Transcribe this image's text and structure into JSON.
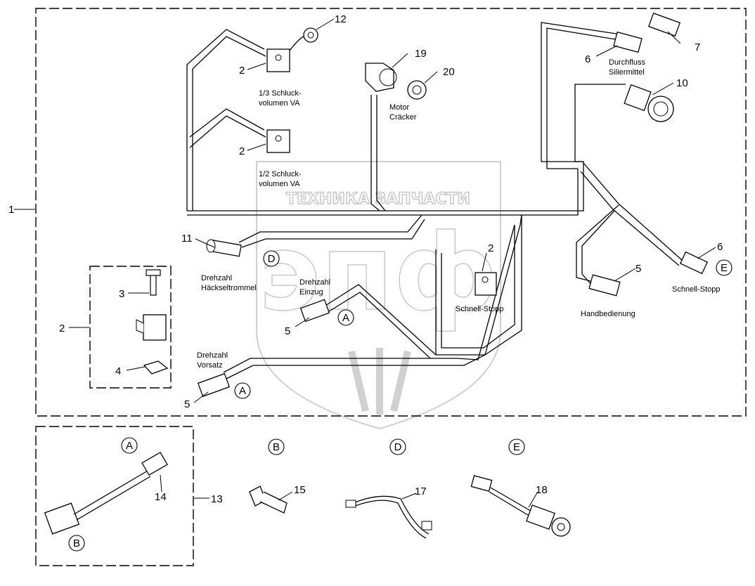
{
  "watermark": {
    "brand_text": "ТЕХНИКА  ЗАПЧАСТИ",
    "logo_letters": "эпф"
  },
  "callouts": {
    "n1": "1",
    "n2a": "2",
    "n2b": "2",
    "n2c": "2",
    "n2d": "2",
    "n3": "3",
    "n4": "4",
    "n5a": "5",
    "n5b": "5",
    "n5c": "5",
    "n6a": "6",
    "n6b": "6",
    "n7": "7",
    "n10": "10",
    "n11": "11",
    "n12": "12",
    "n13": "13",
    "n14": "14",
    "n15": "15",
    "n17": "17",
    "n18": "18",
    "n19": "19",
    "n20": "20"
  },
  "labels": {
    "schluck13_l1": "1/3 Schluck-",
    "schluck13_l2": "volumen VA",
    "schluck12_l1": "1/2 Schluck-",
    "schluck12_l2": "volumen VA",
    "motor_l1": "Motor",
    "motor_l2": "Cräcker",
    "durchfluss_l1": "Durchfluss",
    "durchfluss_l2": "Siliermittel",
    "haeckseltrommel_l1": "Drehzahl",
    "haeckseltrommel_l2": "Häckseltrommel",
    "einzug_l1": "Drehzahl",
    "einzug_l2": "Einzug",
    "vorsatz_l1": "Drehzahl",
    "vorsatz_l2": "Vorsatz",
    "schnellstopp_mid": "Schnell-Stopp",
    "schnellstopp_right": "Schnell-Stopp",
    "handbedienung": "Handbedienung"
  },
  "letters": {
    "A1": "A",
    "A2": "A",
    "D1": "D",
    "E1": "E",
    "A_detail": "A",
    "B_detail": "B",
    "B_head": "B",
    "D_head": "D",
    "E_head": "E"
  },
  "colors": {
    "line": "#000000",
    "watermark": "#c8c8c8",
    "background": "#ffffff"
  }
}
